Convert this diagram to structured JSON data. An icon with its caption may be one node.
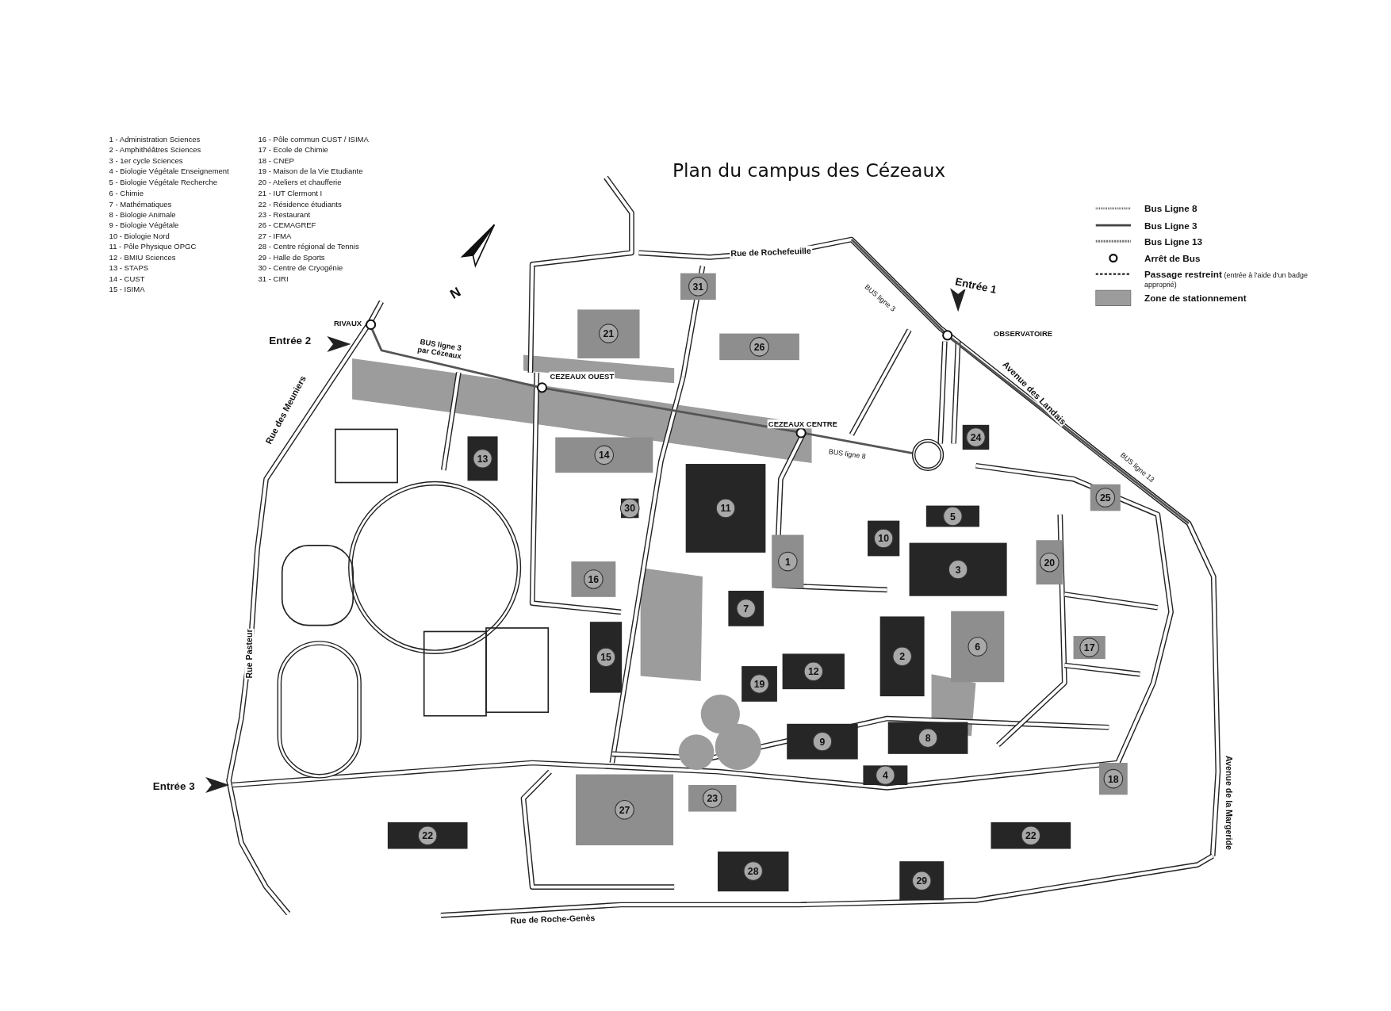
{
  "diagram": {
    "title": "Plan du campus des Cézeaux",
    "nodes": [
      {
        "text": [
          "31"
        ]
      },
      {
        "text": [
          "21"
        ]
      },
      {
        "text": [
          "26"
        ]
      },
      {
        "text": [
          "24"
        ]
      },
      {
        "text": [
          "13"
        ]
      },
      {
        "text": [
          "14"
        ]
      },
      {
        "text": [
          "11"
        ]
      },
      {
        "text": [
          "30"
        ]
      },
      {
        "text": [
          "25"
        ]
      },
      {
        "text": [
          "5"
        ]
      },
      {
        "text": [
          "10"
        ]
      },
      {
        "text": [
          "3"
        ]
      },
      {
        "text": [
          "1"
        ]
      },
      {
        "text": [
          "20"
        ]
      },
      {
        "text": [
          "16"
        ]
      },
      {
        "text": [
          "7"
        ]
      },
      {
        "text": [
          "2"
        ]
      },
      {
        "text": [
          "6"
        ]
      },
      {
        "text": [
          "17"
        ]
      },
      {
        "text": [
          "15"
        ]
      },
      {
        "text": [
          "12"
        ]
      },
      {
        "text": [
          "19"
        ]
      },
      {
        "text": [
          "9"
        ]
      },
      {
        "text": [
          "8"
        ]
      },
      {
        "text": [
          "4"
        ]
      },
      {
        "text": [
          "18"
        ]
      },
      {
        "text": [
          "23"
        ]
      },
      {
        "text": [
          "27"
        ]
      },
      {
        "text": [
          "22"
        ]
      },
      {
        "text": [
          "22"
        ]
      },
      {
        "text": [
          "28"
        ]
      },
      {
        "text": [
          "29"
        ]
      }
    ],
    "labels": [
      "1 - Administration Sciences",
      "2 - Amphithéâtres Sciences",
      "3 - 1er cycle Sciences",
      "4 - Biologie Végétale Enseignement",
      "5 - Biologie Végétale Recherche",
      "6 - Chimie",
      "7 - Mathématiques",
      "8 - Biologie Animale",
      "9 - Biologie Végétale",
      "10 - Biologie Nord",
      "11 - Pôle Physique OPGC",
      "12 - BMIU Sciences",
      "13 - STAPS",
      "14 - CUST",
      "15 - ISIMA",
      "16 - Pôle commun CUST / ISIMA",
      "17 - Ecole de Chimie",
      "18 - CNEP",
      "19 - Maison de la Vie Etudiante",
      "20 - Ateliers et chaufferie",
      "21 - IUT Clermont I",
      "22 - Résidence étudiants",
      "23 - Restaurant",
      "26 - CEMAGREF",
      "27 - IFMA",
      "28 - Centre régional de Tennis",
      "29 - Halle de Sports",
      "30 - Centre de Cryogénie",
      "31 - CIRI",
      "Entrée 1",
      "Entrée 2",
      "Entrée 3",
      "RIVAUX",
      "CEZEAUX OUEST",
      "CEZEAUX CENTRE",
      "OBSERVATOIRE",
      "BUS ligne 3 par Cézeaux",
      "BUS ligne 3",
      "BUS ligne 8",
      "BUS ligne 13",
      "Rue de Rochefeuille",
      "Avenue des Landais",
      "Rue des Meuniers",
      "Rue Pasteur",
      "Rue de Roche-Genès",
      "Avenue de la Margeride",
      "N"
    ],
    "legend": [
      {
        "text": "Bus Ligne 8"
      },
      {
        "text": "Bus Ligne 3"
      },
      {
        "text": "Bus Ligne 13"
      },
      {
        "text": "Arrêt de Bus"
      },
      {
        "text": "**Passage restreint** (entrée à l'aide d'un badge approprié)"
      },
      {
        "text": "Zone de stationnement",
        "color": "#9c9c9c"
      }
    ]
  }
}
